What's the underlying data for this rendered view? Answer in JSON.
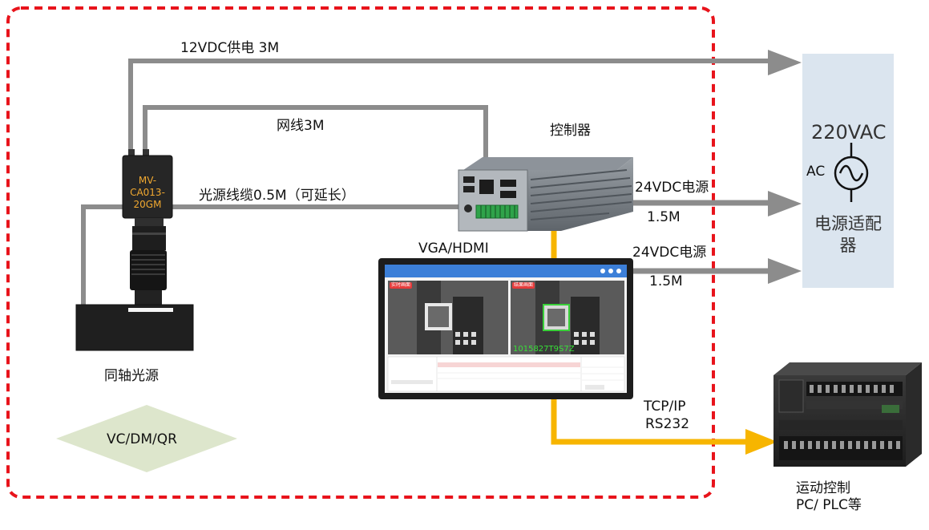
{
  "links": {
    "power_12v": "12VDC供电 3M",
    "network": "网线3M",
    "light_cable": "光源线缆0.5M（可延长）",
    "controller_24v": "24VDC电源",
    "controller_24v_len": "1.5M",
    "screen_24v": "24VDC电源",
    "screen_24v_len": "1.5M",
    "video": "VGA/HDMI",
    "comm_line1": "TCP/IP",
    "comm_line2": "RS232"
  },
  "camera": {
    "model_line1": "MV-",
    "model_line2": "CA013-",
    "model_line3": "20GM"
  },
  "controller": {
    "label": "控制器"
  },
  "light_source": {
    "label": "同轴光源"
  },
  "codes": {
    "label": "VC/DM/QR"
  },
  "power_supply": {
    "voltage": "220VAC",
    "ac_label": "AC",
    "name_line1": "电源适配",
    "name_line2": "器"
  },
  "plc": {
    "label_line1": "运动控制",
    "label_line2": "PC/ PLC等"
  },
  "screen": {
    "left_tag": "实时画面",
    "right_tag": "结果画面",
    "decoded_value": "1015827T9S7Z"
  },
  "colors": {
    "border": "#e8131b",
    "gray_line": "#8c8c8c",
    "yellow_line": "#f7b500",
    "psu_bg": "#dbe5ef",
    "camera_text": "#f0a830"
  }
}
